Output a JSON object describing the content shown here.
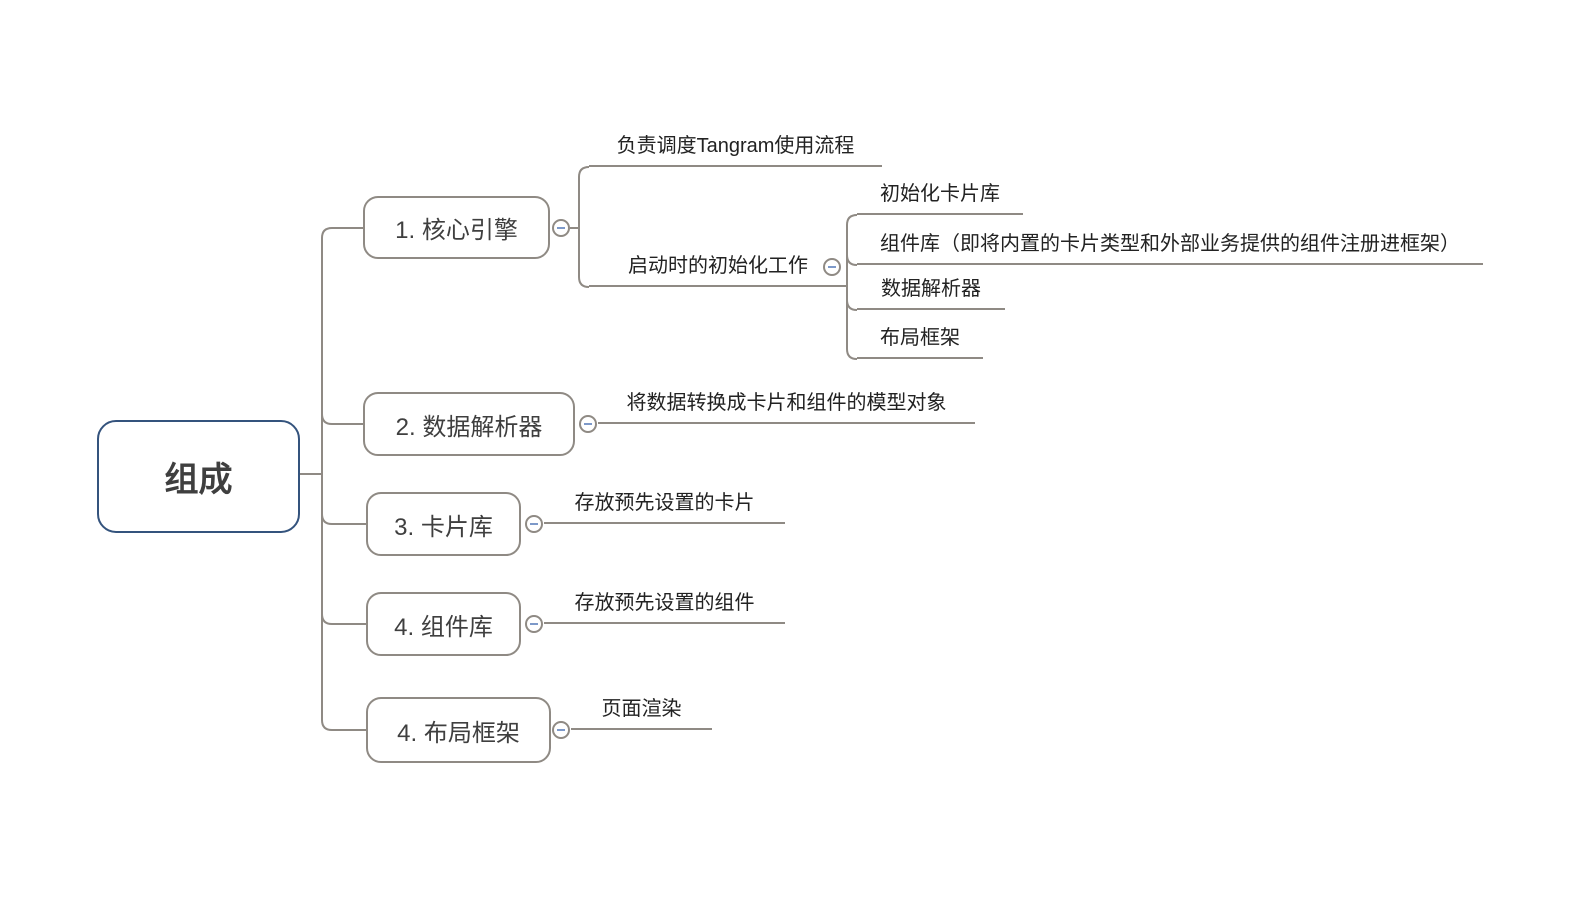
{
  "root": {
    "label": "组成"
  },
  "colors": {
    "root_border": "#34537d",
    "branch_border": "#8f8a84",
    "connector_line": "#8f8a84",
    "topic_text": "#3f3f3f",
    "leaf_text": "#222222",
    "toggle_minus": "#7d99c9"
  },
  "toggle": {
    "state": "collapse",
    "glyph": "−"
  },
  "branches": [
    {
      "label": "1. 核心引擎",
      "children": [
        {
          "label": "负责调度Tangram使用流程"
        },
        {
          "label": "启动时的初始化工作",
          "children": [
            {
              "label": "初始化卡片库"
            },
            {
              "label": "组件库（即将内置的卡片类型和外部业务提供的组件注册进框架）"
            },
            {
              "label": "数据解析器"
            },
            {
              "label": "布局框架"
            }
          ]
        }
      ]
    },
    {
      "label": "2. 数据解析器",
      "children": [
        {
          "label": "将数据转换成卡片和组件的模型对象"
        }
      ]
    },
    {
      "label": "3. 卡片库",
      "children": [
        {
          "label": "存放预先设置的卡片"
        }
      ]
    },
    {
      "label": "4. 组件库",
      "children": [
        {
          "label": "存放预先设置的组件"
        }
      ]
    },
    {
      "label": "4. 布局框架",
      "children": [
        {
          "label": "页面渲染"
        }
      ]
    }
  ]
}
